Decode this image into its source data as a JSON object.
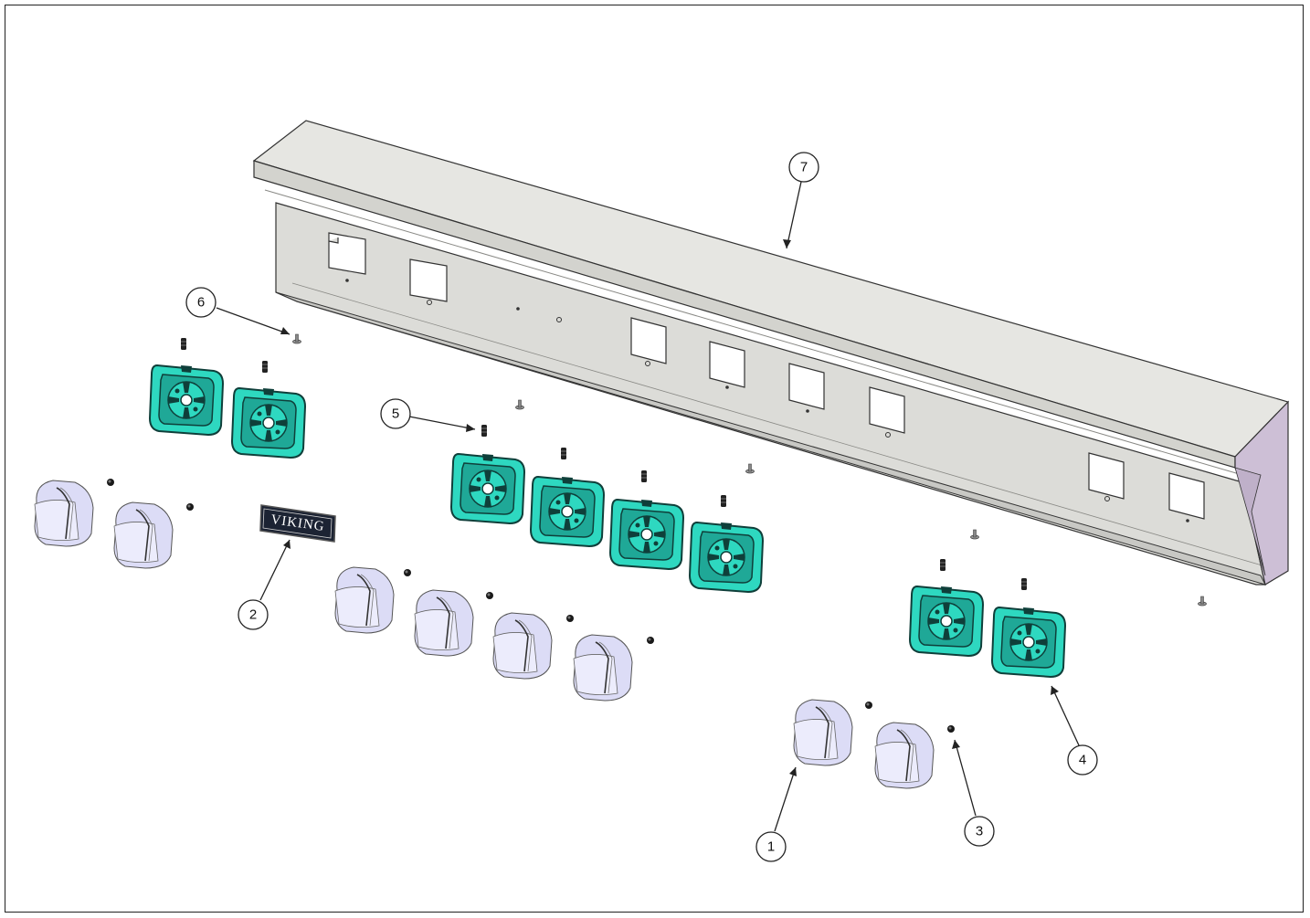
{
  "diagram": {
    "brand_plate_text": "VIKING",
    "callouts": [
      {
        "label": "1"
      },
      {
        "label": "2"
      },
      {
        "label": "3"
      },
      {
        "label": "4"
      },
      {
        "label": "5"
      },
      {
        "label": "6"
      },
      {
        "label": "7"
      }
    ]
  },
  "colors": {
    "panel": "#dcdcd8",
    "panel_top": "#e6e6e2",
    "panel_side": "#cdbfd6",
    "bezel": "#2ed8c0",
    "bezel_dark": "#0f3f3a",
    "knob": "#dcdcf6",
    "line": "#222222"
  }
}
